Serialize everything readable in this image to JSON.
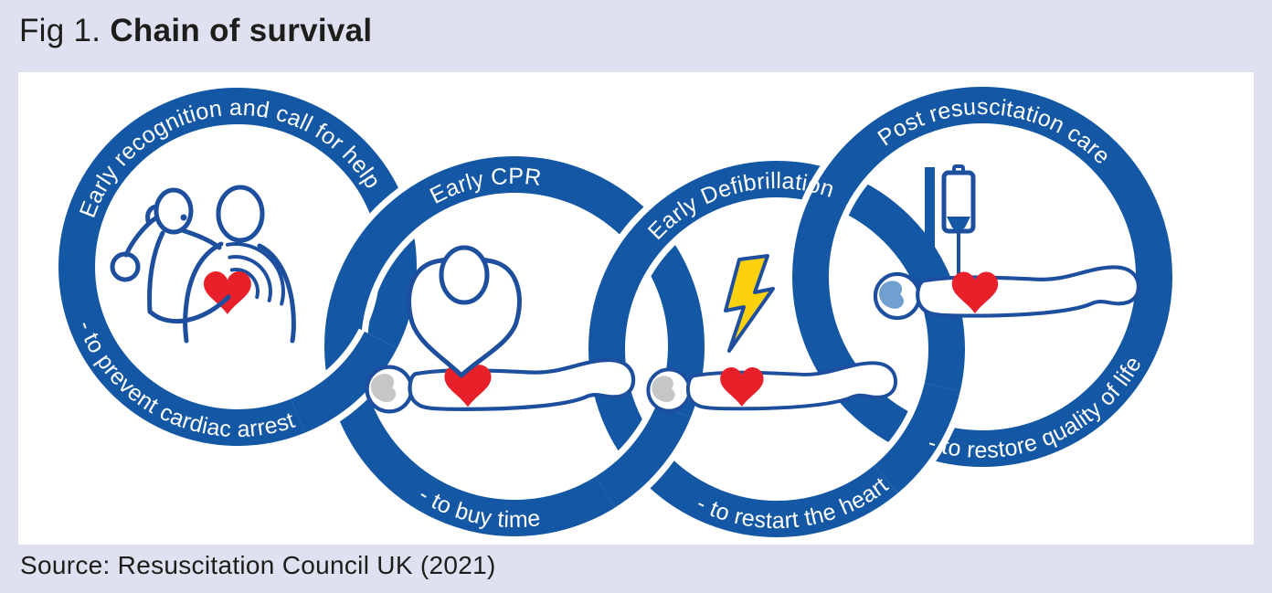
{
  "header": {
    "fig_label": "Fig 1.",
    "title": "Chain of survival"
  },
  "footer": {
    "source": "Source: Resuscitation Council UK (2021)"
  },
  "diagram": {
    "name": "chain-of-survival",
    "rings": [
      {
        "top_label": "Early recognition and call for help",
        "bottom_label": "- to prevent cardiac arrest",
        "icon": "caller-and-chest-pain-icon"
      },
      {
        "top_label": "Early CPR",
        "bottom_label": "- to buy time",
        "icon": "cpr-compressions-icon"
      },
      {
        "top_label": "Early Defibrillation",
        "bottom_label": "- to restart the heart",
        "icon": "defibrillation-bolt-icon"
      },
      {
        "top_label": "Post resuscitation care",
        "bottom_label": "- to restore quality of life",
        "icon": "iv-drip-patient-icon"
      }
    ],
    "colors": {
      "ring_blue": "#1357a5",
      "line_blue": "#1d4f9e",
      "heart_red": "#e8202a",
      "bolt_yellow": "#fcd20f",
      "hair_grey": "#c4c6c8",
      "pillow_blue": "#6fa0cf",
      "background": "#dfe1f0",
      "panel": "#ffffff"
    }
  }
}
